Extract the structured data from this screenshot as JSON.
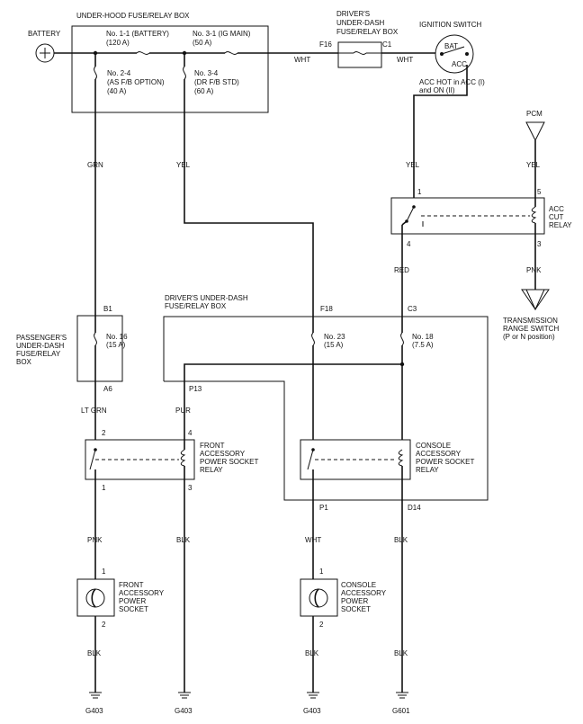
{
  "labels": {
    "battery": "BATTERY",
    "under_hood_box": "UNDER-HOOD FUSE/RELAY BOX",
    "fuse_1_1": "No. 1-1 (BATTERY)",
    "fuse_1_1_amp": "(120 A)",
    "fuse_3_1": "No. 3-1 (IG MAIN)",
    "fuse_3_1_amp": "(50 A)",
    "fuse_2_4": "No. 2-4",
    "fuse_2_4_sub": "(AS F/B OPTION)",
    "fuse_2_4_amp": "(40 A)",
    "fuse_3_4": "No. 3-4",
    "fuse_3_4_sub": "(DR F/B STD)",
    "fuse_3_4_amp": "(60 A)",
    "drv_box_top_1": "DRIVER'S",
    "drv_box_top_2": "UNDER-DASH",
    "drv_box_top_3": "FUSE/RELAY BOX",
    "f16": "F16",
    "c1": "C1",
    "wht_1": "WHT",
    "wht_2": "WHT",
    "ign_switch": "IGNITION SWITCH",
    "bat": "BAT",
    "acc": "ACC",
    "acc_hot_1": "ACC HOT in ACC (I)",
    "acc_hot_2": "and ON (II)",
    "pcm": "PCM",
    "grn": "GRN",
    "yel_1": "YEL",
    "yel_2": "YEL",
    "yel_3": "YEL",
    "relay_pin_1": "1",
    "relay_pin_5": "5",
    "relay_pin_4": "4",
    "relay_pin_3": "3",
    "acc_cut_1": "ACC",
    "acc_cut_2": "CUT",
    "acc_cut_3": "RELAY",
    "red": "RED",
    "pnk_1": "PNK",
    "trans_1": "TRANSMISSION",
    "trans_2": "RANGE SWITCH",
    "trans_3": "(P or N position)",
    "b1": "B1",
    "pass_box_1": "PASSENGER'S",
    "pass_box_2": "UNDER-DASH",
    "pass_box_3": "FUSE/RELAY",
    "pass_box_4": "BOX",
    "fuse_16": "No. 16",
    "fuse_16_amp": "(15 A)",
    "a6": "A6",
    "drv_box_mid_1": "DRIVER'S UNDER-DASH",
    "drv_box_mid_2": "FUSE/RELAY BOX",
    "f18": "F18",
    "c3": "C3",
    "fuse_23": "No. 23",
    "fuse_23_amp": "(15 A)",
    "fuse_18": "No. 18",
    "fuse_18_amp": "(7.5 A)",
    "p13": "P13",
    "lt_grn": "LT GRN",
    "pur": "PUR",
    "front_relay_pin_2": "2",
    "front_relay_pin_4": "4",
    "front_relay_pin_1": "1",
    "front_relay_pin_3": "3",
    "front_relay_1": "FRONT",
    "front_relay_2": "ACCESSORY",
    "front_relay_3": "POWER SOCKET",
    "front_relay_4": "RELAY",
    "console_relay_1": "CONSOLE",
    "console_relay_2": "ACCESSORY",
    "console_relay_3": "POWER SOCKET",
    "console_relay_4": "RELAY",
    "p1": "P1",
    "d14": "D14",
    "pnk_2": "PNK",
    "blk_1": "BLK",
    "wht_3": "WHT",
    "blk_2": "BLK",
    "front_sock_pin_1": "1",
    "front_sock_pin_2": "2",
    "console_sock_pin_1": "1",
    "console_sock_pin_2": "2",
    "front_sock_1": "FRONT",
    "front_sock_2": "ACCESSORY",
    "front_sock_3": "POWER",
    "front_sock_4": "SOCKET",
    "console_sock_1": "CONSOLE",
    "console_sock_2": "ACCESSORY",
    "console_sock_3": "POWER",
    "console_sock_4": "SOCKET",
    "blk_3": "BLK",
    "blk_4": "BLK",
    "blk_5": "BLK",
    "g403_1": "G403",
    "g403_2": "G403",
    "g403_3": "G403",
    "g601": "G601"
  }
}
